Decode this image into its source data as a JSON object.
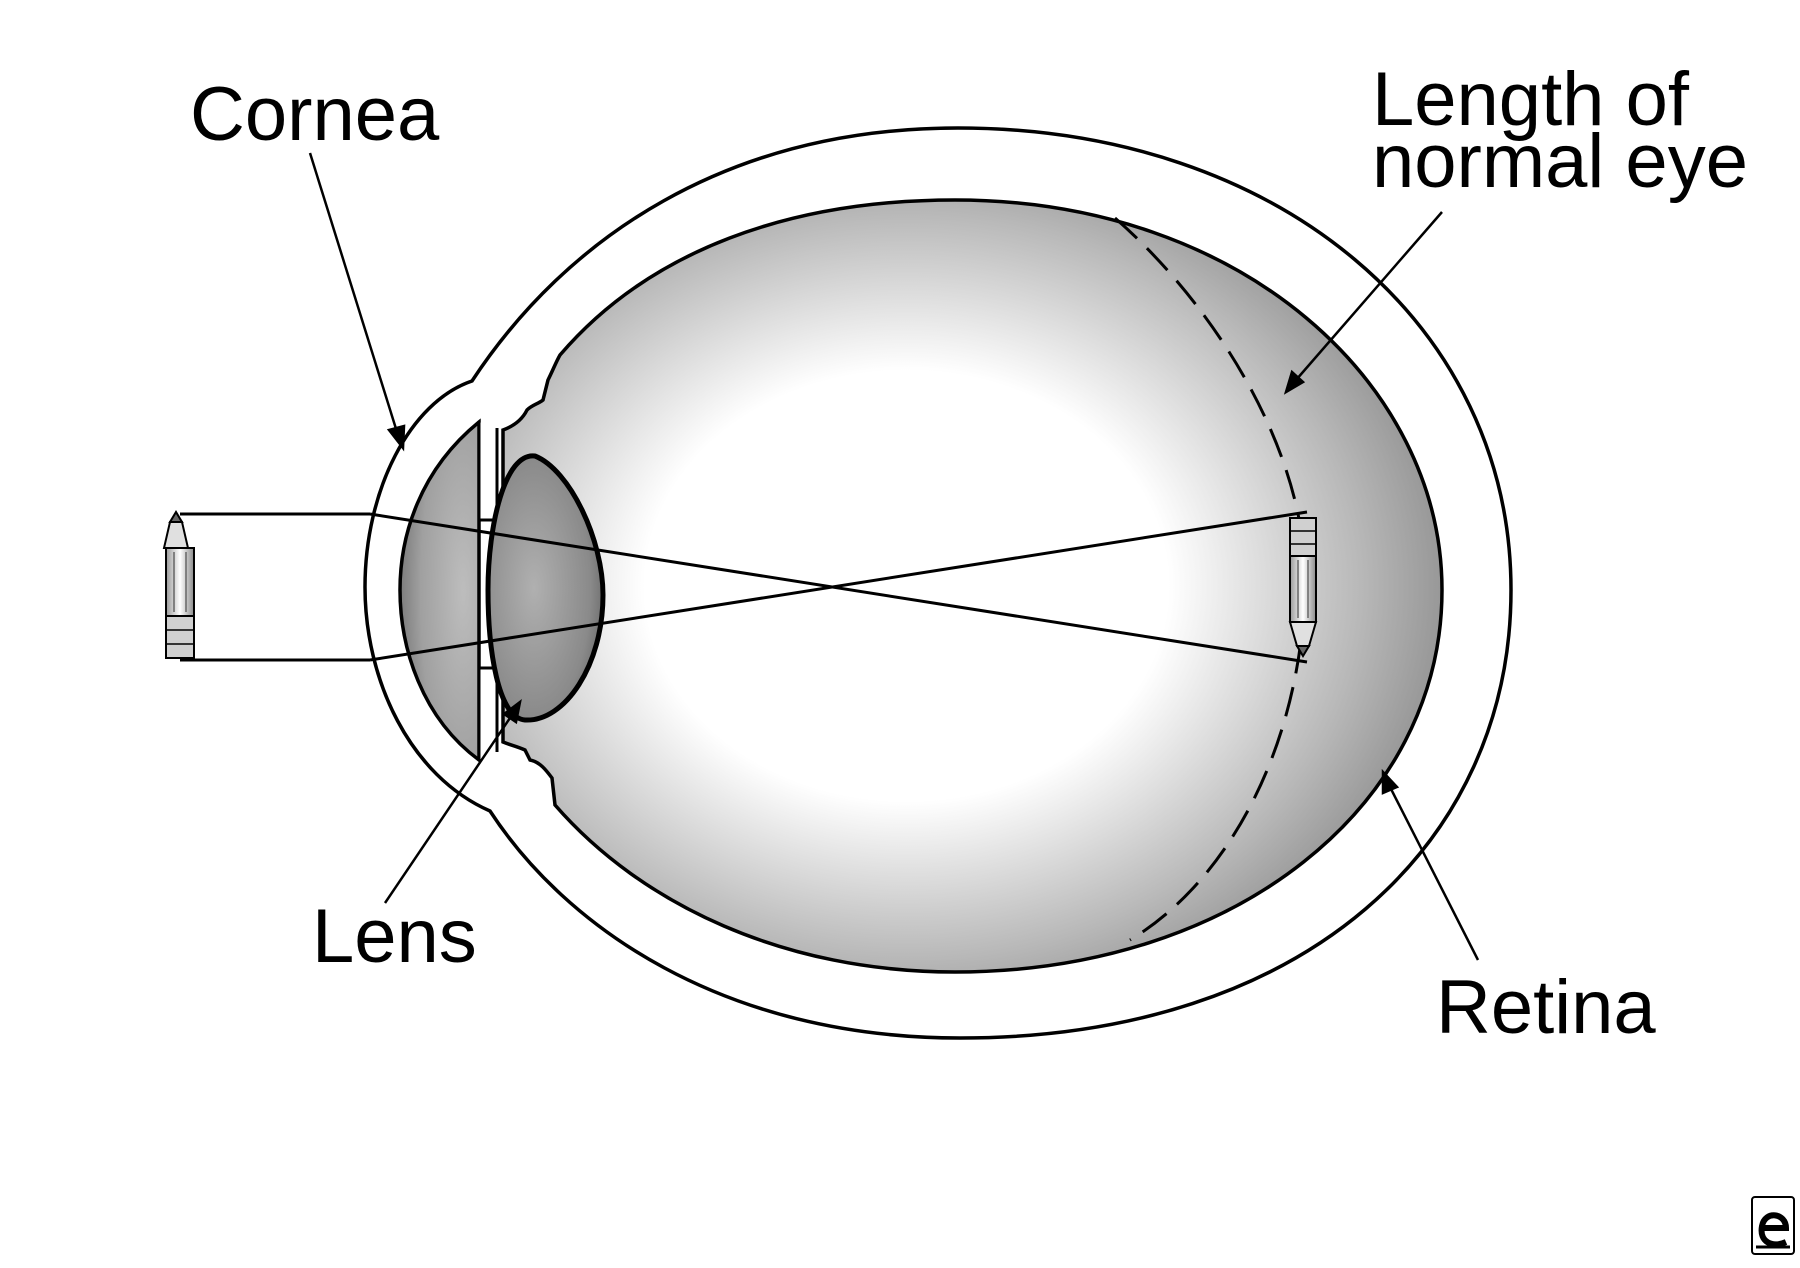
{
  "labels": {
    "cornea": "Cornea",
    "length_line1": "Length of",
    "length_line2": "normal eye",
    "lens": "Lens",
    "retina": "Retina"
  },
  "colors": {
    "ink": "#000000",
    "background": "#ffffff",
    "shade_dark": "#808080",
    "shade_light": "#ffffff"
  },
  "icons": {
    "object": "pencil-icon",
    "image": "inverted-pencil-icon",
    "logo": "e-logo-icon"
  }
}
